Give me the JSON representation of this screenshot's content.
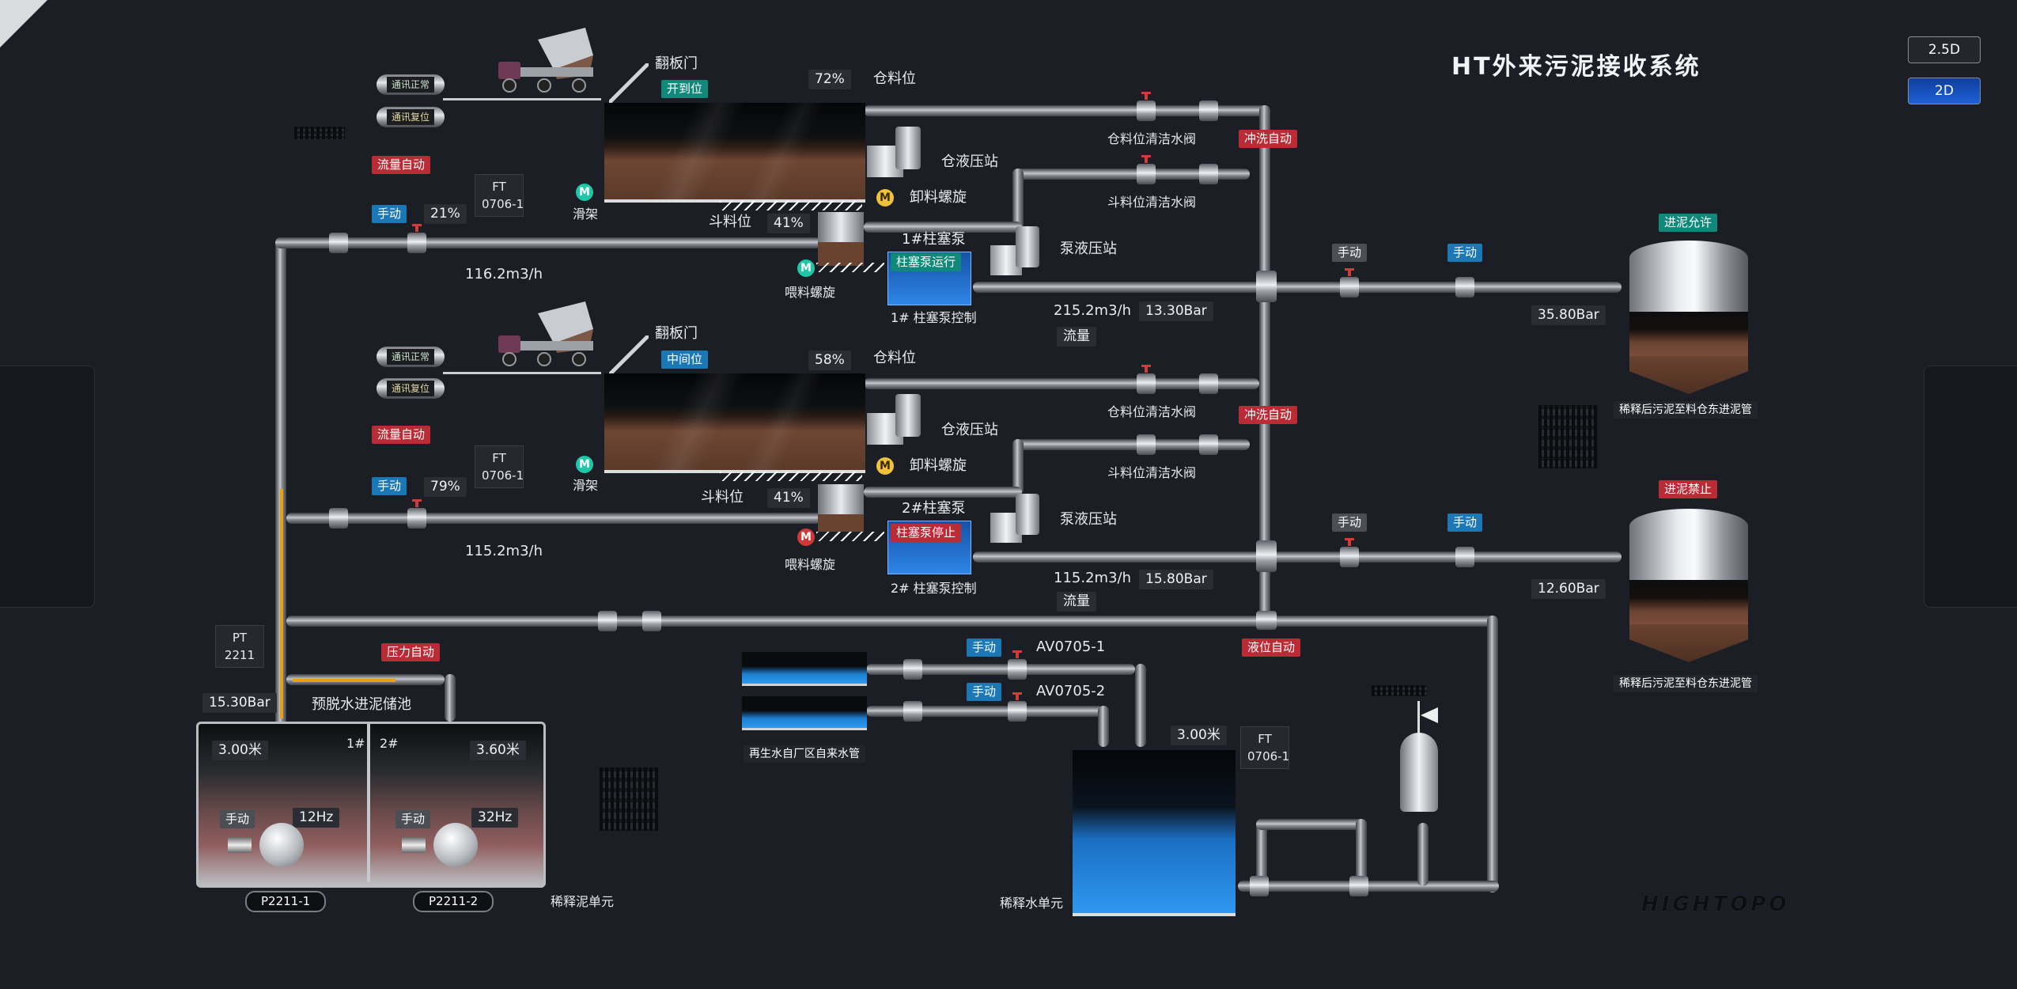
{
  "header": {
    "title": "HT外来污泥接收系统",
    "view_buttons": [
      "2.5D",
      "2D"
    ],
    "brand": "HIGHTOPO"
  },
  "colors": {
    "red_tag": "#b92b35",
    "blue_tag": "#1b78b4",
    "teal_tag": "#11897a",
    "background": "#1b1e25"
  },
  "line1": {
    "comm_normal": "通讯正常",
    "comm_reset": "通讯复位",
    "flap_door": "翻板门",
    "flap_state": "开到位",
    "bin_pct": "72%",
    "bin_level": "仓料位",
    "hydraulic_station": "仓液压站",
    "discharge_screw": "卸料螺旋",
    "flow_auto": "流量自动",
    "ft_label": "FT\n0706-1",
    "manual": "手动",
    "valve_pct": "21%",
    "slide": "滑架",
    "hopper_level": "斗料位",
    "hopper_pct": "41%",
    "flow_value": "116.2m3/h",
    "feed_screw": "喂料螺旋",
    "pump_name": "1#柱塞泵",
    "pump_state": "柱塞泵运行",
    "pump_control": "1# 柱塞泵控制",
    "pump_hydraulic": "泵液压站",
    "clean_valve_bin": "仓料位清洁水阀",
    "clean_valve_hopper": "斗料位清洁水阀",
    "flush_auto": "冲洗自动",
    "out_flow": "215.2m3/h",
    "out_pressure": "13.30Bar",
    "flow_label": "流量",
    "manual_a": "手动",
    "manual_b": "手动",
    "tank_pressure": "35.80Bar",
    "tank_state": "进泥允许",
    "tank_caption": "稀释后污泥至料仓东进泥管"
  },
  "line2": {
    "comm_normal": "通讯正常",
    "comm_reset": "通讯复位",
    "flap_door": "翻板门",
    "flap_state": "中间位",
    "bin_pct": "58%",
    "bin_level": "仓料位",
    "hydraulic_station": "仓液压站",
    "discharge_screw": "卸料螺旋",
    "flow_auto": "流量自动",
    "ft_label": "FT\n0706-1",
    "manual": "手动",
    "valve_pct": "79%",
    "slide": "滑架",
    "hopper_level": "斗料位",
    "hopper_pct": "41%",
    "flow_value": "115.2m3/h",
    "feed_screw": "喂料螺旋",
    "pump_name": "2#柱塞泵",
    "pump_state": "柱塞泵停止",
    "pump_control": "2# 柱塞泵控制",
    "pump_hydraulic": "泵液压站",
    "clean_valve_bin": "仓料位清洁水阀",
    "clean_valve_hopper": "斗料位清洁水阀",
    "flush_auto": "冲洗自动",
    "out_flow": "115.2m3/h",
    "out_pressure": "15.80Bar",
    "flow_label": "流量",
    "manual_a": "手动",
    "manual_b": "手动",
    "tank_pressure": "12.60Bar",
    "tank_state": "进泥禁止",
    "tank_caption": "稀释后污泥至料仓东进泥管"
  },
  "storage": {
    "pt_label": "PT\n2211",
    "pressure_auto": "压力自动",
    "pressure": "15.30Bar",
    "pool_title": "预脱水进泥储池",
    "level1": "3.00米",
    "level2": "3.60米",
    "tank1": "1#",
    "tank2": "2#",
    "manual1": "手动",
    "manual2": "手动",
    "hz1": "12Hz",
    "hz2": "32Hz",
    "pump1": "P2211-1",
    "pump2": "P2211-2",
    "unit_label": "稀释泥单元"
  },
  "water": {
    "manual1": "手动",
    "valve1": "AV0705-1",
    "manual2": "手动",
    "valve2": "AV0705-2",
    "source_label": "再生水自厂区自来水管",
    "level_auto": "液位自动",
    "level": "3.00米",
    "ft_label": "FT\n0706-1",
    "unit_label": "稀释水单元"
  }
}
